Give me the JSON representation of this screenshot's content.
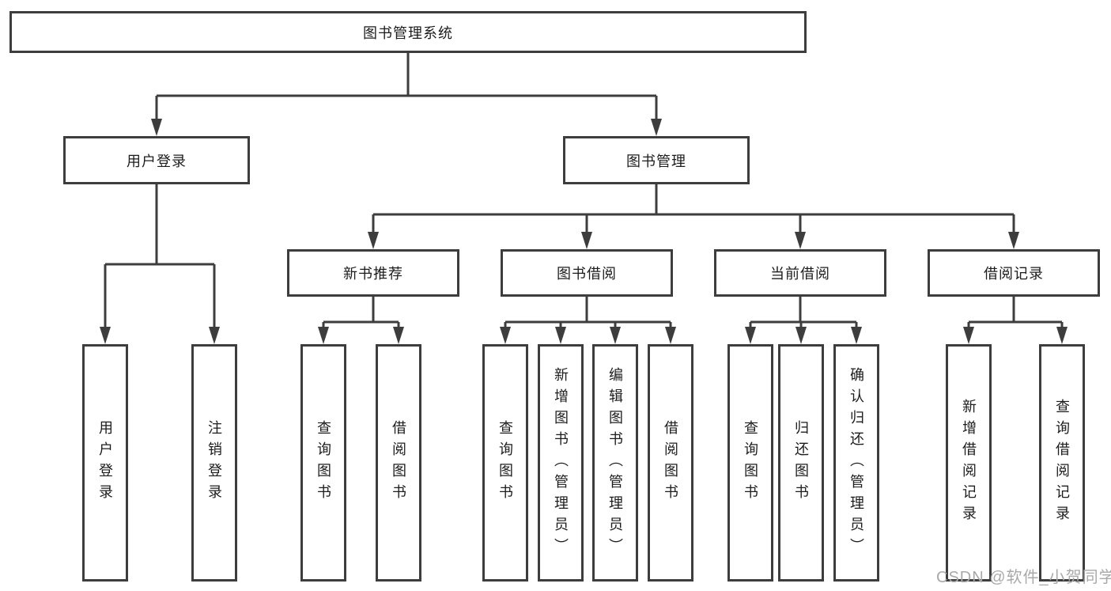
{
  "colors": {
    "line": "#3d3d3d",
    "text": "#1c1c1c",
    "background": "#ffffff",
    "watermark": "#a9a9a9"
  },
  "root": {
    "label": "图书管理系统",
    "children": [
      {
        "label": "用户登录",
        "children": [
          {
            "label": "用户登录"
          },
          {
            "label": "注销登录"
          }
        ]
      },
      {
        "label": "图书管理",
        "children": [
          {
            "label": "新书推荐",
            "children": [
              {
                "label": "查询图书"
              },
              {
                "label": "借阅图书"
              }
            ]
          },
          {
            "label": "图书借阅",
            "children": [
              {
                "label": "查询图书"
              },
              {
                "label": "新增图书（管理员）"
              },
              {
                "label": "编辑图书（管理员）"
              },
              {
                "label": "借阅图书"
              }
            ]
          },
          {
            "label": "当前借阅",
            "children": [
              {
                "label": "查询图书"
              },
              {
                "label": "归还图书"
              },
              {
                "label": "确认归还（管理员）"
              }
            ]
          },
          {
            "label": "借阅记录",
            "children": [
              {
                "label": "新增借阅记录"
              },
              {
                "label": "查询借阅记录"
              }
            ]
          }
        ]
      }
    ]
  },
  "watermark": {
    "text": "CSDN @软件_小贺同学"
  }
}
